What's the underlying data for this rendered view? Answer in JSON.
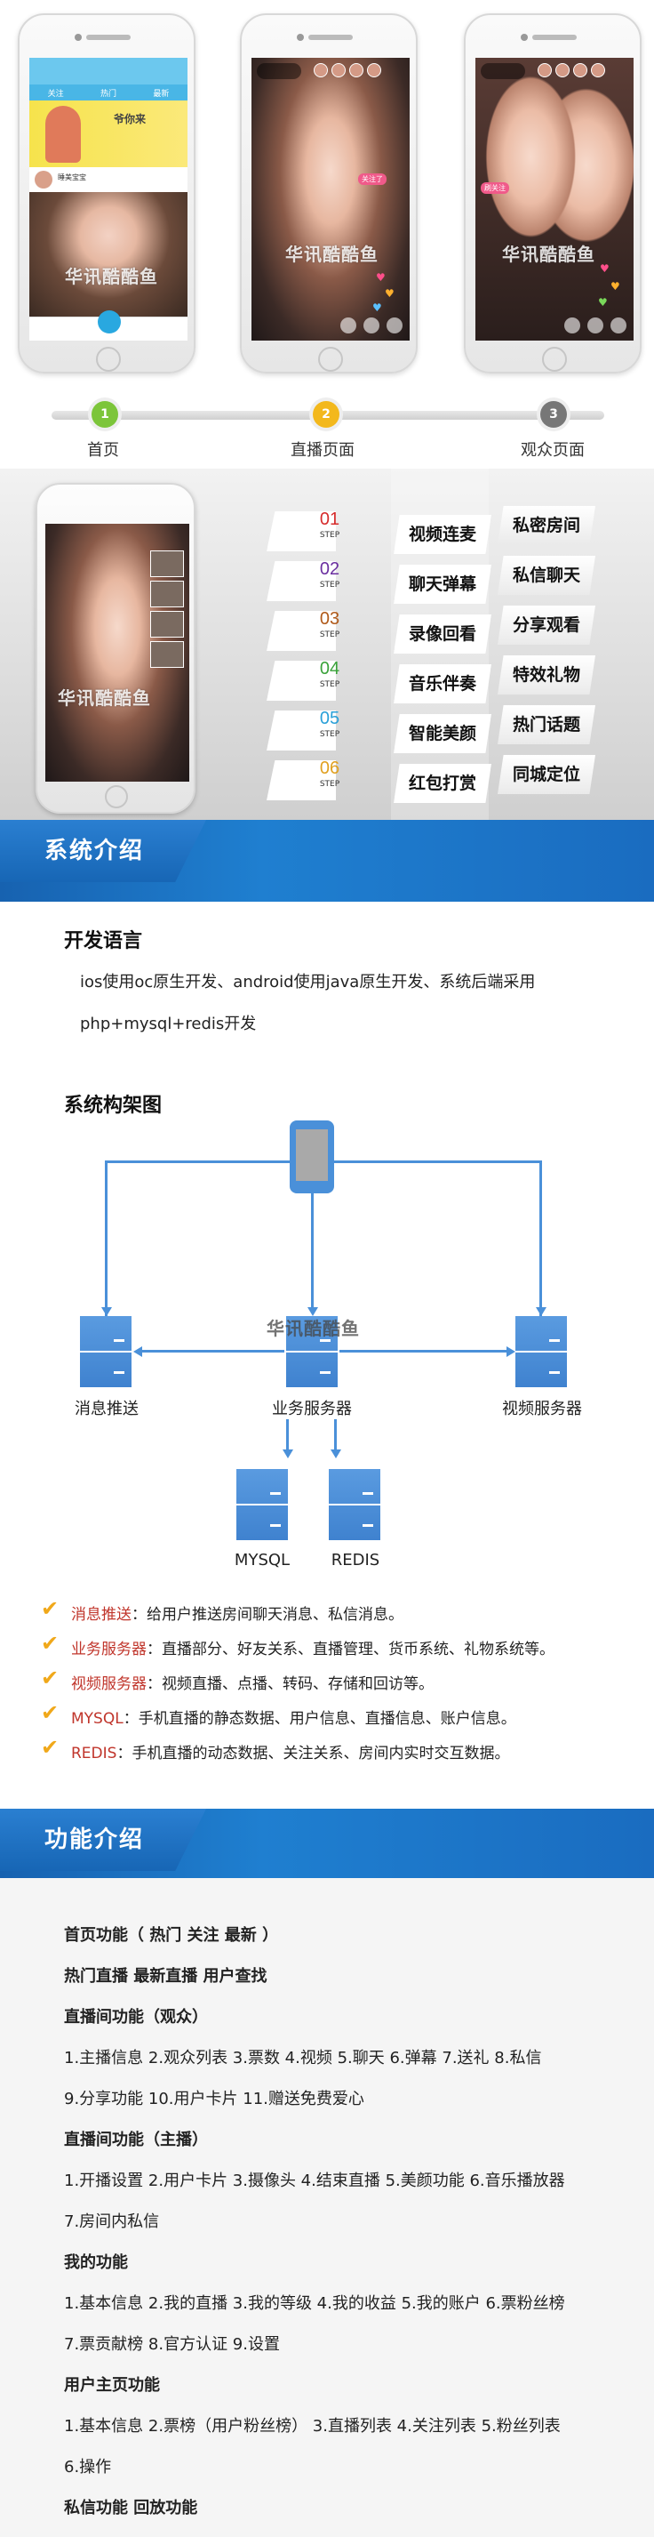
{
  "phones": {
    "home_tabs": [
      "关注",
      "热门",
      "最新"
    ],
    "banner_text": "爷你来",
    "user_name": "睡美宝宝",
    "watermark": "华讯酷酷鱼",
    "live_tag1": "关注了",
    "live_tag2": "刷关注"
  },
  "steps": [
    {
      "num": "1",
      "label": "首页"
    },
    {
      "num": "2",
      "label": "直播页面"
    },
    {
      "num": "3",
      "label": "观众页面"
    }
  ],
  "features": {
    "step_word": "STEP",
    "rows": [
      {
        "num": "01",
        "color": "#d62c2c",
        "left": "视频连麦",
        "right": "私密房间"
      },
      {
        "num": "02",
        "color": "#6b2fa0",
        "left": "聊天弹幕",
        "right": "私信聊天"
      },
      {
        "num": "03",
        "color": "#b05a1a",
        "left": "录像回看",
        "right": "分享观看"
      },
      {
        "num": "04",
        "color": "#3aa23a",
        "left": "音乐伴奏",
        "right": "特效礼物"
      },
      {
        "num": "05",
        "color": "#2aa0d8",
        "left": "智能美颜",
        "right": "热门话题"
      },
      {
        "num": "06",
        "color": "#e0a020",
        "left": "红包打赏",
        "right": "同城定位"
      }
    ]
  },
  "system": {
    "header": "系统介绍",
    "lang_title": "开发语言",
    "lang_line1": "ios使用oc原生开发、android使用java原生开发、系统后端采用",
    "lang_line2": "php+mysql+redis开发",
    "arch_title": "系统构架图",
    "watermark": "华讯酷酷鱼",
    "nodes": {
      "push": "消息推送",
      "biz": "业务服务器",
      "video": "视频服务器",
      "mysql": "MYSQL",
      "redis": "REDIS"
    },
    "bullets": [
      {
        "key": "消息推送",
        "text": "：给用户推送房间聊天消息、私信消息。"
      },
      {
        "key": "业务服务器",
        "text": "：直播部分、好友关系、直播管理、货币系统、礼物系统等。"
      },
      {
        "key": "视频服务器",
        "text": "：视频直播、点播、转码、存储和回访等。"
      },
      {
        "key": "MYSQL",
        "text": "：手机直播的静态数据、用户信息、直播信息、账户信息。"
      },
      {
        "key": "REDIS",
        "text": "：手机直播的动态数据、关注关系、房间内实时交互数据。"
      }
    ]
  },
  "functions": {
    "header": "功能介绍",
    "lines": [
      {
        "text": "首页功能（ 热门 关注 最新 ）",
        "bold": true
      },
      {
        "text": "热门直播     最新直播     用户查找",
        "bold": true
      },
      {
        "text": "直播间功能（观众）",
        "bold": true
      },
      {
        "text": "1.主播信息   2.观众列表   3.票数   4.视频   5.聊天   6.弹幕   7.送礼   8.私信",
        "bold": false
      },
      {
        "text": "9.分享功能   10.用户卡片   11.赠送免费爱心",
        "bold": false
      },
      {
        "text": "直播间功能（主播）",
        "bold": true
      },
      {
        "text": "1.开播设置   2.用户卡片   3.摄像头   4.结束直播   5.美颜功能   6.音乐播放器",
        "bold": false
      },
      {
        "text": "7.房间内私信",
        "bold": false
      },
      {
        "text": "我的功能",
        "bold": true
      },
      {
        "text": "1.基本信息   2.我的直播   3.我的等级   4.我的收益   5.我的账户   6.票粉丝榜",
        "bold": false
      },
      {
        "text": "7.票贡献榜   8.官方认证   9.设置",
        "bold": false
      },
      {
        "text": "用户主页功能",
        "bold": true
      },
      {
        "text": "1.基本信息   2.票榜（用户粉丝榜）   3.直播列表   4.关注列表   5.粉丝列表",
        "bold": false
      },
      {
        "text": "6.操作",
        "bold": false
      },
      {
        "text": "私信功能     回放功能",
        "bold": true
      }
    ]
  }
}
